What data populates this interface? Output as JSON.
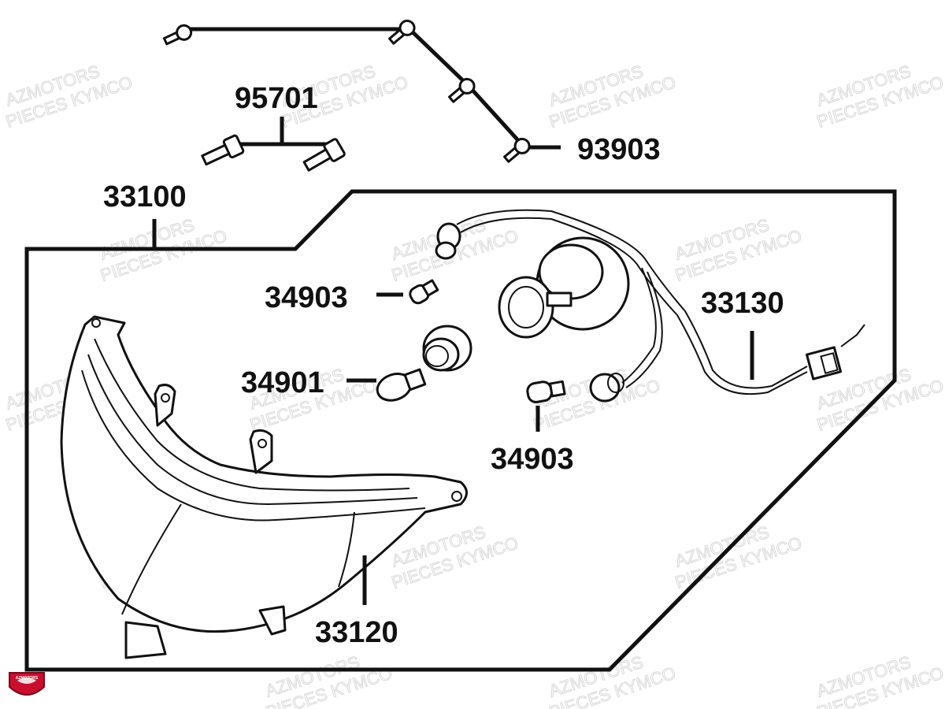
{
  "diagram": {
    "parts": {
      "p93903": "93903",
      "p95701": "95701",
      "p33100": "33100",
      "p34903_top": "34903",
      "p34901": "34901",
      "p33130": "33130",
      "p34903_bottom": "34903",
      "p33120": "33120"
    },
    "watermark": {
      "line1": "AZMOTORS",
      "line2": "PIECES KYMCO"
    },
    "logo": {
      "text": "AZMOTORS",
      "color": "#c8102e"
    }
  }
}
